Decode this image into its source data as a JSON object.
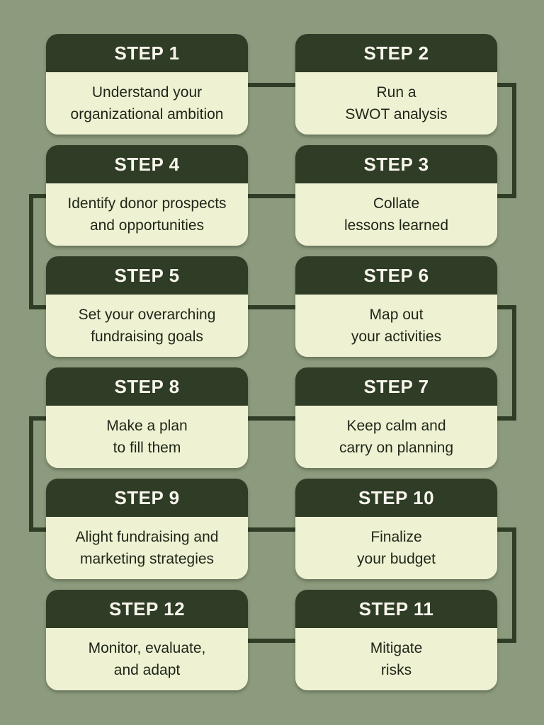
{
  "palette": {
    "background": "#8c9a7d",
    "header_bg": "#2f3c26",
    "card_bg": "#eef1d2",
    "header_text": "#f8f6ec",
    "body_text": "#1f2618",
    "connector": "#2f3c26"
  },
  "steps": [
    {
      "title": "STEP 1",
      "line1": "Understand your",
      "line2": "organizational ambition"
    },
    {
      "title": "STEP 2",
      "line1": "Run a",
      "line2": "SWOT analysis"
    },
    {
      "title": "STEP 3",
      "line1": "Collate",
      "line2": "lessons learned"
    },
    {
      "title": "STEP 4",
      "line1": "Identify donor prospects",
      "line2": "and opportunities"
    },
    {
      "title": "STEP 5",
      "line1": "Set your overarching",
      "line2": "fundraising goals"
    },
    {
      "title": "STEP 6",
      "line1": "Map out",
      "line2": "your activities"
    },
    {
      "title": "STEP 7",
      "line1": "Keep calm and",
      "line2": "carry on planning"
    },
    {
      "title": "STEP 8",
      "line1": "Make a plan",
      "line2": "to fill them"
    },
    {
      "title": "STEP 9",
      "line1": "Alight fundraising and",
      "line2": "marketing strategies"
    },
    {
      "title": "STEP 10",
      "line1": "Finalize",
      "line2": "your budget"
    },
    {
      "title": "STEP 11",
      "line1": "Mitigate",
      "line2": "risks"
    },
    {
      "title": "STEP 12",
      "line1": "Monitor, evaluate,",
      "line2": "and adapt"
    }
  ],
  "flow_order_note": "serpentine flow: 1-2 across, 2-3 down right side, 3-4 across, 4-5 down left side, 5-6 across, 6-7 down right side, 7-8 across, 8-9 down left side, 9-10 across, 10-11 down right side, 11-12 across"
}
